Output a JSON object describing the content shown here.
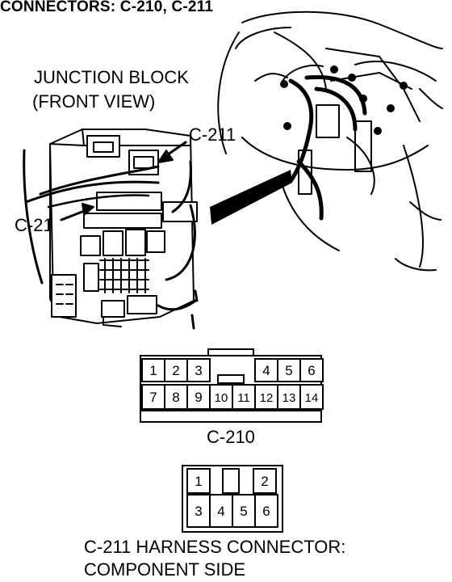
{
  "title": "CONNECTORS: C-210, C-211",
  "junction_block": {
    "line1": "JUNCTION BLOCK",
    "line2": "(FRONT VIEW)"
  },
  "callouts": {
    "c211": "C-211",
    "c210": "C-210"
  },
  "connector_c210": {
    "caption": "C-210",
    "top_row": [
      "1",
      "2",
      "3",
      "",
      "",
      "4",
      "5",
      "6"
    ],
    "bottom_row": [
      "7",
      "8",
      "9",
      "10",
      "11",
      "12",
      "13",
      "14"
    ]
  },
  "connector_c211": {
    "caption_line1": "C-211 HARNESS CONNECTOR:",
    "caption_line2": "COMPONENT SIDE",
    "top_row": [
      "1",
      "",
      "2"
    ],
    "bottom_row": [
      "3",
      "4",
      "5",
      "6"
    ]
  }
}
